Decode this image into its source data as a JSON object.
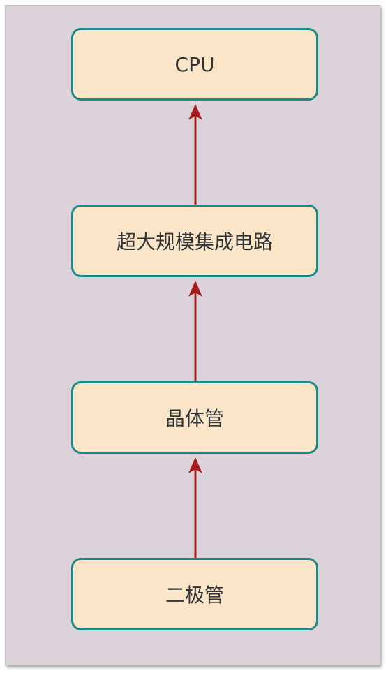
{
  "diagram": {
    "nodes": [
      {
        "id": "cpu",
        "label": "CPU"
      },
      {
        "id": "vlsi",
        "label": "超大规模集成电路"
      },
      {
        "id": "transistor",
        "label": "晶体管"
      },
      {
        "id": "diode",
        "label": "二极管"
      }
    ],
    "edges": [
      {
        "from": "diode",
        "to": "transistor"
      },
      {
        "from": "transistor",
        "to": "vlsi"
      },
      {
        "from": "vlsi",
        "to": "cpu"
      }
    ],
    "colors": {
      "background": "#dcd2d9",
      "node_fill": "#fbe5c8",
      "node_border": "#1a8a86",
      "arrow": "#a51c1c",
      "text": "#2f3437"
    }
  }
}
